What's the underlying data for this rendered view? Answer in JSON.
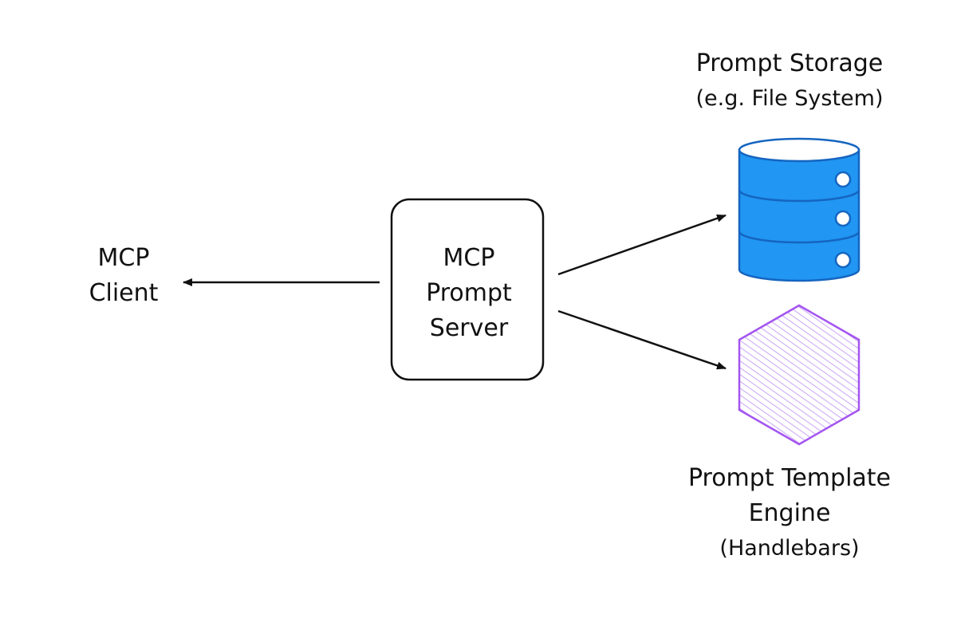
{
  "nodes": {
    "client": {
      "lines": [
        "MCP",
        "Client"
      ]
    },
    "server": {
      "lines": [
        "MCP",
        "Prompt",
        "Server"
      ]
    },
    "storage": {
      "lines": [
        "Prompt Storage",
        "(e.g. File System)"
      ],
      "icon": "database-icon",
      "color": "#2196f3"
    },
    "engine": {
      "lines": [
        "Prompt Template",
        "Engine",
        "(Handlebars)"
      ],
      "icon": "hexagon-icon",
      "color": "#a455f0"
    }
  }
}
